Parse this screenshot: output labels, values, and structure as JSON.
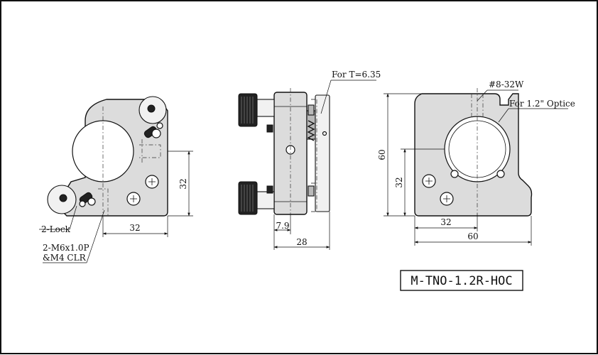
{
  "drawing": {
    "part_number": "M-TNO-1.2R-HOC",
    "front_view": {
      "label_lock": "2-Lock",
      "label_mount_line1": "2-M6x1.0P",
      "label_mount_line2": "&M4 CLR",
      "dim_height": "32",
      "dim_width": "32"
    },
    "side_view": {
      "label_thickness": "For T=6.35",
      "dim_offset": "7.9",
      "dim_depth": "28"
    },
    "back_view": {
      "label_thread": "#8-32W",
      "label_optic": "For 1.2\" Optice",
      "dim_total_height": "60",
      "dim_height": "32",
      "dim_width": "32",
      "dim_total_width": "60"
    }
  }
}
